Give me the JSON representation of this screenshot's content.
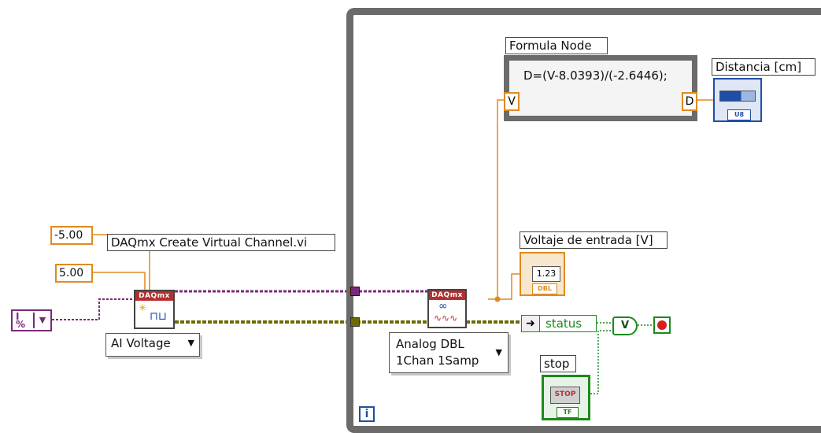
{
  "create_channel": {
    "label": "DAQmx Create Virtual Channel.vi",
    "icon_text": "DAQmx",
    "min_constant": "-5.00",
    "max_constant": "5.00",
    "polymorphic_selector": "AI Voltage"
  },
  "read_node": {
    "icon_text": "DAQmx",
    "polymorphic_selector_line1": "Analog DBL",
    "polymorphic_selector_line2": "1Chan 1Samp"
  },
  "formula_node": {
    "label": "Formula Node",
    "expression": "D=(V-8.0393)/(-2.6446);",
    "input_var": "V",
    "output_var": "D"
  },
  "indicators": {
    "distance_label": "Distancia [cm]",
    "distance_type": "U8",
    "voltage_label": "Voltaje de entrada [V]",
    "voltage_value": "1.23",
    "voltage_type": "DBL",
    "status_label": "status",
    "or_symbol": "V"
  },
  "controls": {
    "stop_label": "stop",
    "stop_button": "STOP",
    "stop_type": "TF"
  },
  "loop": {
    "iteration_terminal": "i"
  },
  "colors": {
    "numeric_wire": "#e08a1e",
    "task_wire": "#7a2a7a",
    "error_wire": "#6b6b00",
    "boolean_wire": "#1a8a1a",
    "loop_frame": "#6b6b6b",
    "daq_header": "#b23030"
  }
}
